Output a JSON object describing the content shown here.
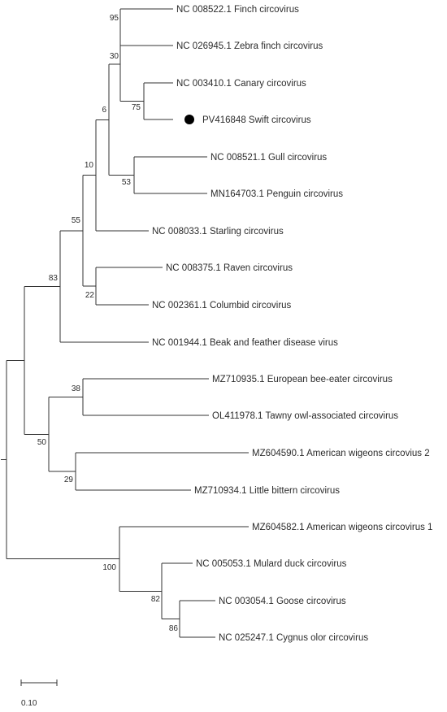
{
  "tree": {
    "leaves": [
      {
        "id": "finch",
        "label": "NC 008522.1 Finch circovirus"
      },
      {
        "id": "zebra-finch",
        "label": "NC 026945.1 Zebra finch circovirus"
      },
      {
        "id": "canary",
        "label": "NC 003410.1 Canary circovirus"
      },
      {
        "id": "swift",
        "label": "PV416848 Swift circovirus",
        "marker": "filled-circle"
      },
      {
        "id": "gull",
        "label": "NC 008521.1 Gull circovirus"
      },
      {
        "id": "penguin",
        "label": "MN164703.1 Penguin circovirus"
      },
      {
        "id": "starling",
        "label": "NC 008033.1 Starling circovirus"
      },
      {
        "id": "raven",
        "label": "NC 008375.1 Raven circovirus"
      },
      {
        "id": "columbid",
        "label": "NC 002361.1 Columbid circovirus"
      },
      {
        "id": "bfdv",
        "label": "NC 001944.1 Beak and feather disease virus"
      },
      {
        "id": "bee-eater",
        "label": "MZ710935.1 European bee-eater circovirus"
      },
      {
        "id": "tawny-owl",
        "label": "OL411978.1 Tawny owl-associated circovirus"
      },
      {
        "id": "wigeon-2",
        "label": "MZ604590.1 American wigeons circovius 2"
      },
      {
        "id": "bittern",
        "label": "MZ710934.1 Little bittern circovirus"
      },
      {
        "id": "wigeon-1",
        "label": "MZ604582.1 American wigeons circovirus 1"
      },
      {
        "id": "mulard-duck",
        "label": "NC 005053.1 Mulard duck circovirus"
      },
      {
        "id": "goose",
        "label": "NC 003054.1 Goose circovirus"
      },
      {
        "id": "cygnus",
        "label": "NC 025247.1 Cygnus olor circovirus"
      }
    ],
    "bootstrap_values": [
      "95",
      "30",
      "75",
      "6",
      "10",
      "53",
      "55",
      "22",
      "83",
      "38",
      "50",
      "29",
      "100",
      "82",
      "86"
    ]
  },
  "scale_bar": {
    "label": "0.10"
  }
}
